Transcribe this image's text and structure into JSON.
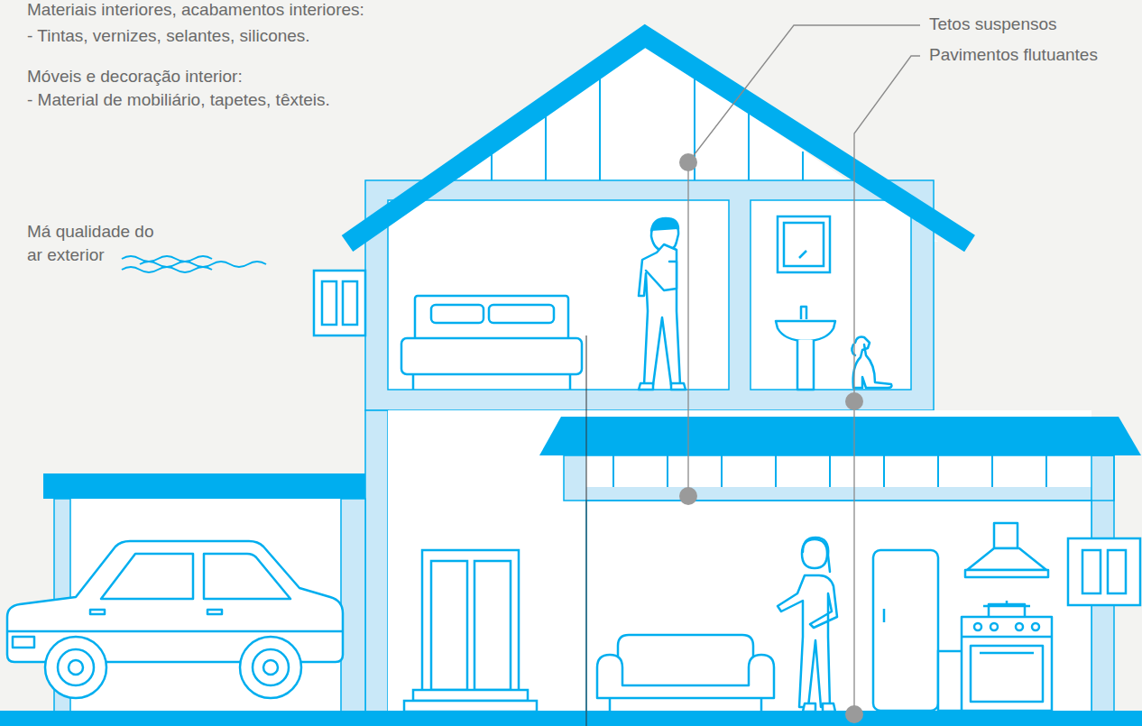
{
  "diagram": {
    "labels": [
      "Materiais interiores, acabamentos interiores:",
      "- Tintas, vernizes, selantes, silicones.",
      "Móveis e decoração interior:",
      "- Material de mobiliário, tapetes, têxteis.",
      "Má qualidade do ar exterior",
      "Tetos suspensos",
      "Pavimentos flutuantes"
    ]
  }
}
